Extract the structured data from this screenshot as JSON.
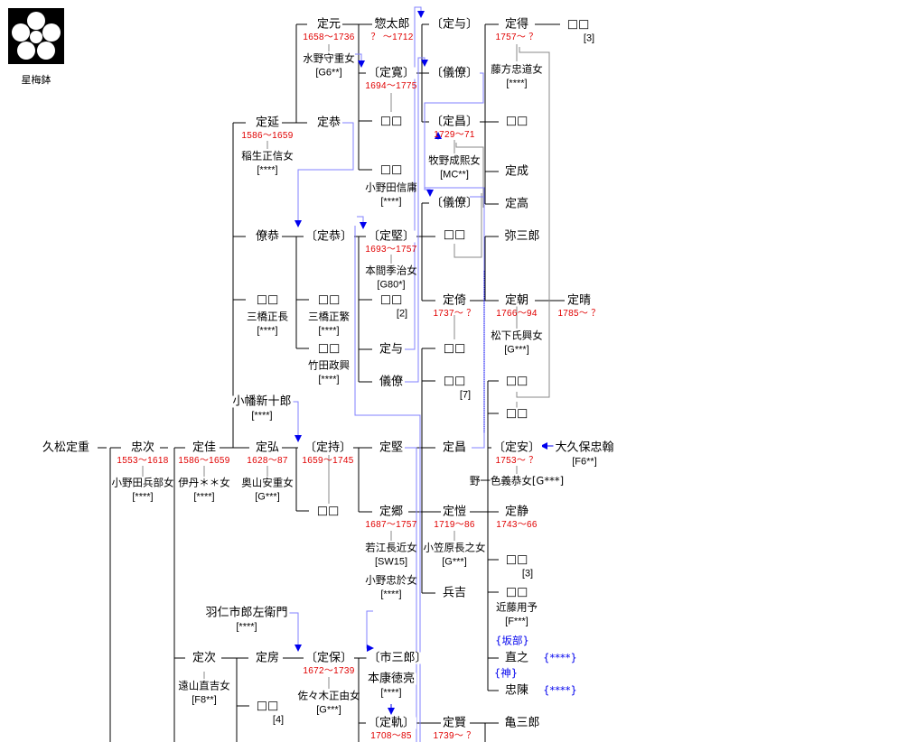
{
  "crest": {
    "label": "星梅鉢"
  },
  "people": [
    {
      "name": "久松定重"
    },
    {
      "name": "忠次",
      "dates": "1553〜1618",
      "spouse": "小野田兵部女",
      "code": "[****]"
    },
    {
      "name": "定佳",
      "dates": "1586〜1659",
      "spouse": "伊丹＊＊女",
      "code": "[****]"
    },
    {
      "name": "定弘",
      "dates": "1628〜87",
      "spouse": "奥山安重女",
      "code": "[G***]"
    },
    {
      "name": "〔定持〕",
      "dates": "1659〜1745"
    },
    {
      "name": "□□"
    },
    {
      "name": "定堅"
    },
    {
      "name": "定昌"
    },
    {
      "name": "〔定安〕",
      "dates": "1753〜 ？",
      "spouse": "野一色義恭女[G***]"
    },
    {
      "name": "大久保忠翰",
      "code": "[F6**]"
    },
    {
      "name": "定延",
      "dates": "1586〜1659",
      "spouse": "稲生正信女",
      "code": "[****]"
    },
    {
      "name": "定元",
      "dates": "1658〜1736",
      "spouse": "水野守重女",
      "code": "[G6**]"
    },
    {
      "name": "惣太郎",
      "dates": "？ 〜1712"
    },
    {
      "name": "〔定寛〕",
      "dates": "1694〜1775"
    },
    {
      "name": "定恭"
    },
    {
      "name": "□□"
    },
    {
      "name": "□□",
      "spouse": "小野田信庸",
      "code": "[****]"
    },
    {
      "name": "〔定与〕"
    },
    {
      "name": "〔儀僚〕"
    },
    {
      "name": "〔定昌〕",
      "dates": "1729〜71",
      "spouse": "牧野成熙女",
      "code": "[MC**]"
    },
    {
      "name": "〔儀僚〕"
    },
    {
      "name": "定得",
      "dates": "1757〜 ？",
      "spouse": "藤方忠道女",
      "code": "[****]"
    },
    {
      "name": "□□",
      "note": "[3]"
    },
    {
      "name": "□□"
    },
    {
      "name": "定成"
    },
    {
      "name": "定高"
    },
    {
      "name": "僚恭"
    },
    {
      "name": "〔定恭〕"
    },
    {
      "name": "〔定堅〕",
      "dates": "1693〜1757",
      "spouse": "本間季治女",
      "code": "[G80*]"
    },
    {
      "name": "□□"
    },
    {
      "name": "弥三郎"
    },
    {
      "name": "□□",
      "spouse": "三橋正長",
      "code": "[****]"
    },
    {
      "name": "□□",
      "spouse": "三橋正繁",
      "code": "[****]"
    },
    {
      "name": "□□",
      "note": "[2]"
    },
    {
      "name": "定倚",
      "dates": "1737〜 ？"
    },
    {
      "name": "定朝",
      "dates": "1766〜94",
      "spouse": "松下氏興女",
      "code": "[G***]"
    },
    {
      "name": "定晴",
      "dates": "1785〜 ？"
    },
    {
      "name": "□□",
      "spouse": "竹田政興",
      "code": "[****]"
    },
    {
      "name": "定与"
    },
    {
      "name": "□□"
    },
    {
      "name": "儀僚"
    },
    {
      "name": "□□",
      "note": "[7]"
    },
    {
      "name": "□□"
    },
    {
      "name": "□□"
    },
    {
      "name": "小幡新十郎",
      "code": "[****]"
    },
    {
      "name": "定郷",
      "dates": "1687〜1757",
      "spouse": "若江長近女",
      "code": "[SW15]",
      "spouse2": "小野忠於女",
      "code2": "[****]"
    },
    {
      "name": "定愷",
      "dates": "1719〜86",
      "spouse": "小笠原長之女",
      "code": "[G***]"
    },
    {
      "name": "兵吉"
    },
    {
      "name": "定静",
      "dates": "1743〜66"
    },
    {
      "name": "□□",
      "note": "[3]"
    },
    {
      "name": "□□",
      "spouse": "近藤用予",
      "code": "[F***]"
    },
    {
      "name": "直之",
      "pre": "{坂部}",
      "tag": "{****}"
    },
    {
      "name": "忠陳",
      "pre": "{神}",
      "tag": "{****}"
    },
    {
      "name": "羽仁市郎左衛門",
      "code": "[****]"
    },
    {
      "name": "定次",
      "spouse": "遠山直吉女",
      "code": "[F8**]"
    },
    {
      "name": "定房"
    },
    {
      "name": "〔定保〕",
      "dates": "1672〜1739",
      "spouse": "佐々木正由女",
      "code": "[G***]"
    },
    {
      "name": "□□",
      "note": "[4]"
    },
    {
      "name": "〔市三郎〕"
    },
    {
      "name": "本康徳亮",
      "code": "[****]"
    },
    {
      "name": "〔定軌〕",
      "dates": "1708〜85"
    },
    {
      "name": "定賢",
      "dates": "1739〜 ？"
    },
    {
      "name": "亀三郎"
    }
  ],
  "colors": {
    "dates": "#e00000",
    "link": "#8080ff",
    "arrow": "#0000ee",
    "tag": "#0000ee"
  }
}
